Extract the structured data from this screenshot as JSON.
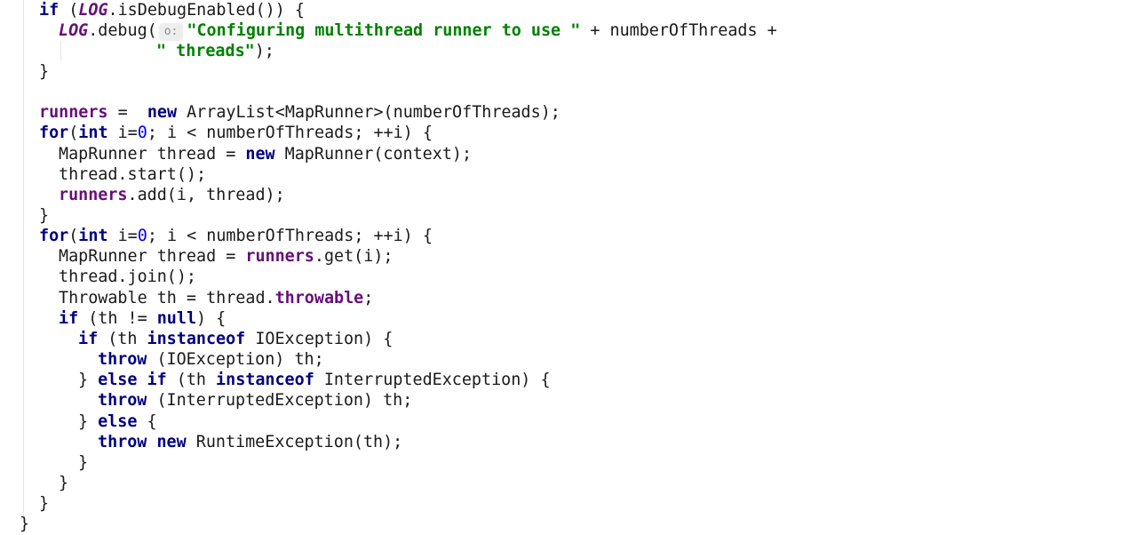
{
  "editor": {
    "lines": [
      {
        "indent": 44,
        "tokens": [
          {
            "t": "if",
            "c": "kw"
          },
          {
            "t": " ("
          },
          {
            "t": "LOG",
            "c": "st"
          },
          {
            "t": ".isDebugEnabled()) {"
          }
        ]
      },
      {
        "indent": 66,
        "tokens": [
          {
            "t": "LOG",
            "c": "st"
          },
          {
            "t": ".debug("
          },
          {
            "t": "o:",
            "c": "hint"
          },
          {
            "t": "\"Configuring multithread runner to use \"",
            "c": "str"
          },
          {
            "t": " + numberOfThreads +"
          }
        ]
      },
      {
        "indent": 176,
        "tokens": [
          {
            "t": "\" threads\"",
            "c": "str"
          },
          {
            "t": ");"
          }
        ]
      },
      {
        "indent": 44,
        "tokens": [
          {
            "t": "}"
          }
        ]
      },
      {
        "indent": 44,
        "tokens": []
      },
      {
        "indent": 44,
        "tokens": [
          {
            "t": "runners",
            "c": "fld"
          },
          {
            "t": " =  "
          },
          {
            "t": "new",
            "c": "kw"
          },
          {
            "t": " ArrayList<MapRunner>(numberOfThreads);"
          }
        ]
      },
      {
        "indent": 44,
        "tokens": [
          {
            "t": "for",
            "c": "kw"
          },
          {
            "t": "("
          },
          {
            "t": "int",
            "c": "kw"
          },
          {
            "t": " i="
          },
          {
            "t": "0",
            "c": "num"
          },
          {
            "t": "; i < numberOfThreads; ++i) {"
          }
        ]
      },
      {
        "indent": 66,
        "tokens": [
          {
            "t": "MapRunner thread = "
          },
          {
            "t": "new",
            "c": "kw"
          },
          {
            "t": " MapRunner(context);"
          }
        ]
      },
      {
        "indent": 66,
        "tokens": [
          {
            "t": "thread.start();"
          }
        ]
      },
      {
        "indent": 66,
        "tokens": [
          {
            "t": "runners",
            "c": "fld"
          },
          {
            "t": ".add(i, thread);"
          }
        ]
      },
      {
        "indent": 44,
        "tokens": [
          {
            "t": "}"
          }
        ]
      },
      {
        "indent": 44,
        "tokens": [
          {
            "t": "for",
            "c": "kw"
          },
          {
            "t": "("
          },
          {
            "t": "int",
            "c": "kw"
          },
          {
            "t": " i="
          },
          {
            "t": "0",
            "c": "num"
          },
          {
            "t": "; i < numberOfThreads; ++i) {"
          }
        ]
      },
      {
        "indent": 66,
        "tokens": [
          {
            "t": "MapRunner thread = "
          },
          {
            "t": "runners",
            "c": "fld"
          },
          {
            "t": ".get(i);"
          }
        ]
      },
      {
        "indent": 66,
        "tokens": [
          {
            "t": "thread.join();"
          }
        ]
      },
      {
        "indent": 66,
        "tokens": [
          {
            "t": "Throwable th = thread."
          },
          {
            "t": "throwable",
            "c": "fld"
          },
          {
            "t": ";"
          }
        ]
      },
      {
        "indent": 66,
        "tokens": [
          {
            "t": "if",
            "c": "kw"
          },
          {
            "t": " (th != "
          },
          {
            "t": "null",
            "c": "kw"
          },
          {
            "t": ") {"
          }
        ]
      },
      {
        "indent": 88,
        "tokens": [
          {
            "t": "if",
            "c": "kw"
          },
          {
            "t": " (th "
          },
          {
            "t": "instanceof",
            "c": "kw"
          },
          {
            "t": " IOException) {"
          }
        ]
      },
      {
        "indent": 110,
        "tokens": [
          {
            "t": "throw",
            "c": "kw"
          },
          {
            "t": " (IOException) th;"
          }
        ]
      },
      {
        "indent": 88,
        "tokens": [
          {
            "t": "} "
          },
          {
            "t": "else if",
            "c": "kw"
          },
          {
            "t": " (th "
          },
          {
            "t": "instanceof",
            "c": "kw"
          },
          {
            "t": " InterruptedException) {"
          }
        ]
      },
      {
        "indent": 110,
        "tokens": [
          {
            "t": "throw",
            "c": "kw"
          },
          {
            "t": " (InterruptedException) th;"
          }
        ]
      },
      {
        "indent": 88,
        "tokens": [
          {
            "t": "} "
          },
          {
            "t": "else",
            "c": "kw"
          },
          {
            "t": " {"
          }
        ]
      },
      {
        "indent": 110,
        "tokens": [
          {
            "t": "throw",
            "c": "kw"
          },
          {
            "t": " "
          },
          {
            "t": "new",
            "c": "kw"
          },
          {
            "t": " RuntimeException(th);"
          }
        ]
      },
      {
        "indent": 88,
        "tokens": [
          {
            "t": "}"
          }
        ]
      },
      {
        "indent": 66,
        "tokens": [
          {
            "t": "}"
          }
        ]
      },
      {
        "indent": 44,
        "tokens": [
          {
            "t": "}"
          }
        ]
      },
      {
        "indent": 22,
        "tokens": [
          {
            "t": "}"
          }
        ]
      }
    ]
  }
}
